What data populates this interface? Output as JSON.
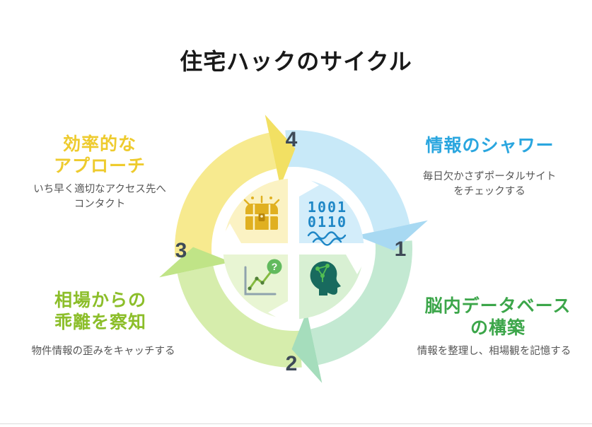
{
  "title": "住宅ハックのサイクル",
  "center": {
    "binary_line1": "1001",
    "binary_line2": "0110",
    "question_mark": "?"
  },
  "steps": [
    {
      "number": "1",
      "heading": "情報のシャワー",
      "description": "毎日欠かさずポータルサイト\nをチェックする",
      "accent_color": "#2AA6DF",
      "icon": "binary-data-icon",
      "position": "right"
    },
    {
      "number": "2",
      "heading": "脳内データベース\nの構築",
      "description": "情報を整理し、相場観を記憶する",
      "accent_color": "#3CA64A",
      "icon": "head-network-icon",
      "position": "bottom-right"
    },
    {
      "number": "3",
      "heading": "相場からの\n乖離を察知",
      "description": "物件情報の歪みをキャッチする",
      "accent_color": "#8CBE2A",
      "icon": "chart-question-icon",
      "position": "bottom-left"
    },
    {
      "number": "4",
      "heading": "効率的な\nアプローチ",
      "description": "いち早く適切なアクセス先へ\nコンタクト",
      "accent_color": "#EECB2E",
      "icon": "treasure-chest-icon",
      "position": "top-left"
    }
  ],
  "arc_colors": {
    "step1_body": "#C8E9F8",
    "step1_tip": "#A8D9F2",
    "step2_body": "#C3E9D2",
    "step2_tip": "#A5DDBC",
    "step3_body": "#D6EDAC",
    "step3_tip": "#C0E487",
    "step4_body": "#F7EA8F",
    "step4_tip": "#F2E063"
  },
  "tile_colors": {
    "step1_tile": "#D3EDFA",
    "step2_tile": "#D8F0D3",
    "step3_tile": "#E8F5D3",
    "step4_tile": "#FBF2C3"
  }
}
